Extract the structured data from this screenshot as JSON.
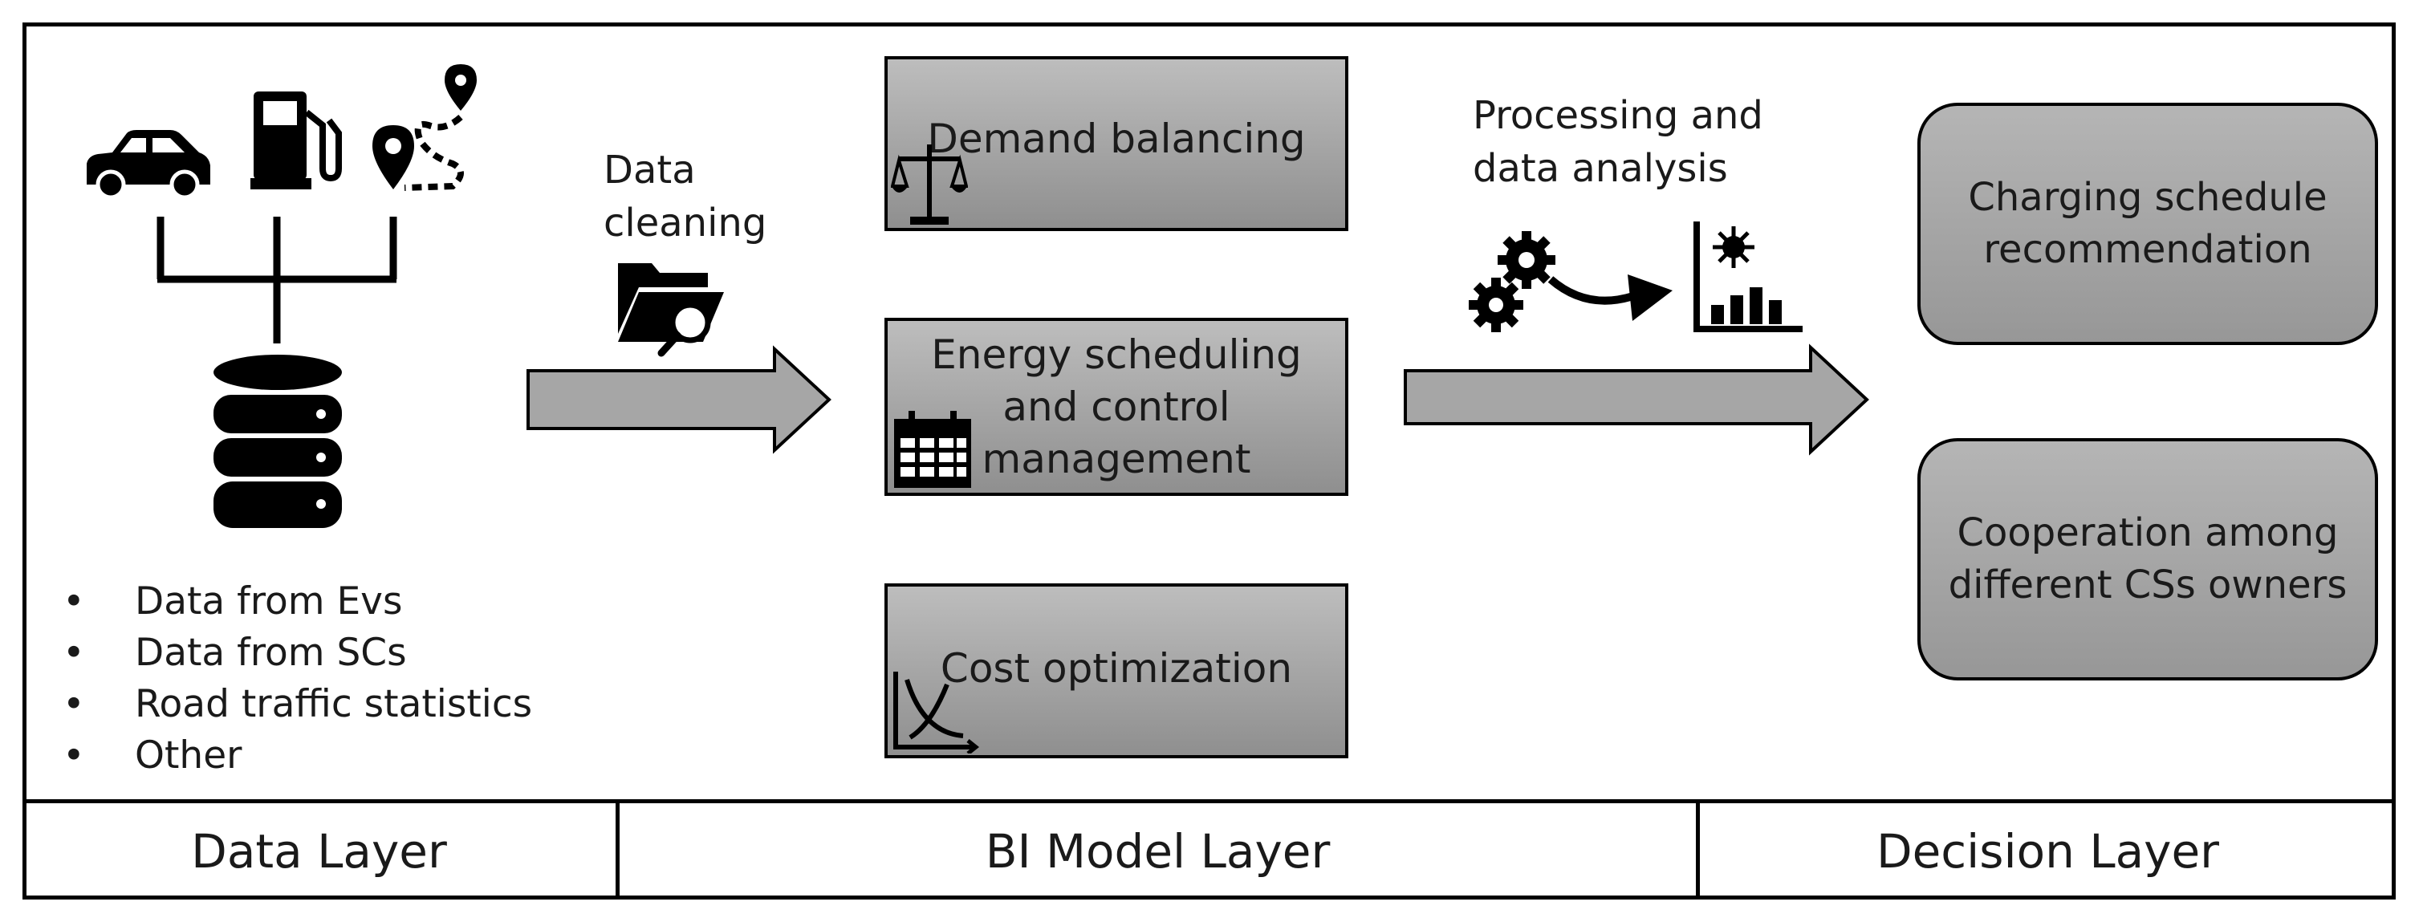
{
  "layers": {
    "data": "Data Layer",
    "bi_model": "BI Model Layer",
    "decision": "Decision Layer"
  },
  "data_layer": {
    "sources": [
      "Data from Evs",
      "Data from SCs",
      "Road traffic statistics",
      "Other"
    ],
    "bullet_symbol": "•",
    "icons": [
      "car-icon",
      "fuel-pump-icon",
      "map-route-icon",
      "database-icon"
    ]
  },
  "steps": {
    "cleaning_line1": "Data",
    "cleaning_line2": "cleaning",
    "analysis_line1": "Processing and",
    "analysis_line2": "data analysis"
  },
  "bi_model": {
    "demand": "Demand balancing",
    "energy_line1": "Energy scheduling",
    "energy_line2": "and control",
    "energy_line3": "management",
    "cost": "Cost optimization"
  },
  "decision": {
    "charging_line1": "Charging schedule",
    "charging_line2": "recommendation",
    "cooperation_line1": "Cooperation among",
    "cooperation_line2": "different CSs owners"
  },
  "colors": {
    "box_fill_top": "#bdbdbd",
    "box_fill_bottom": "#8f8f8f",
    "arrow_fill": "#a6a6a6",
    "stroke": "#000000"
  }
}
